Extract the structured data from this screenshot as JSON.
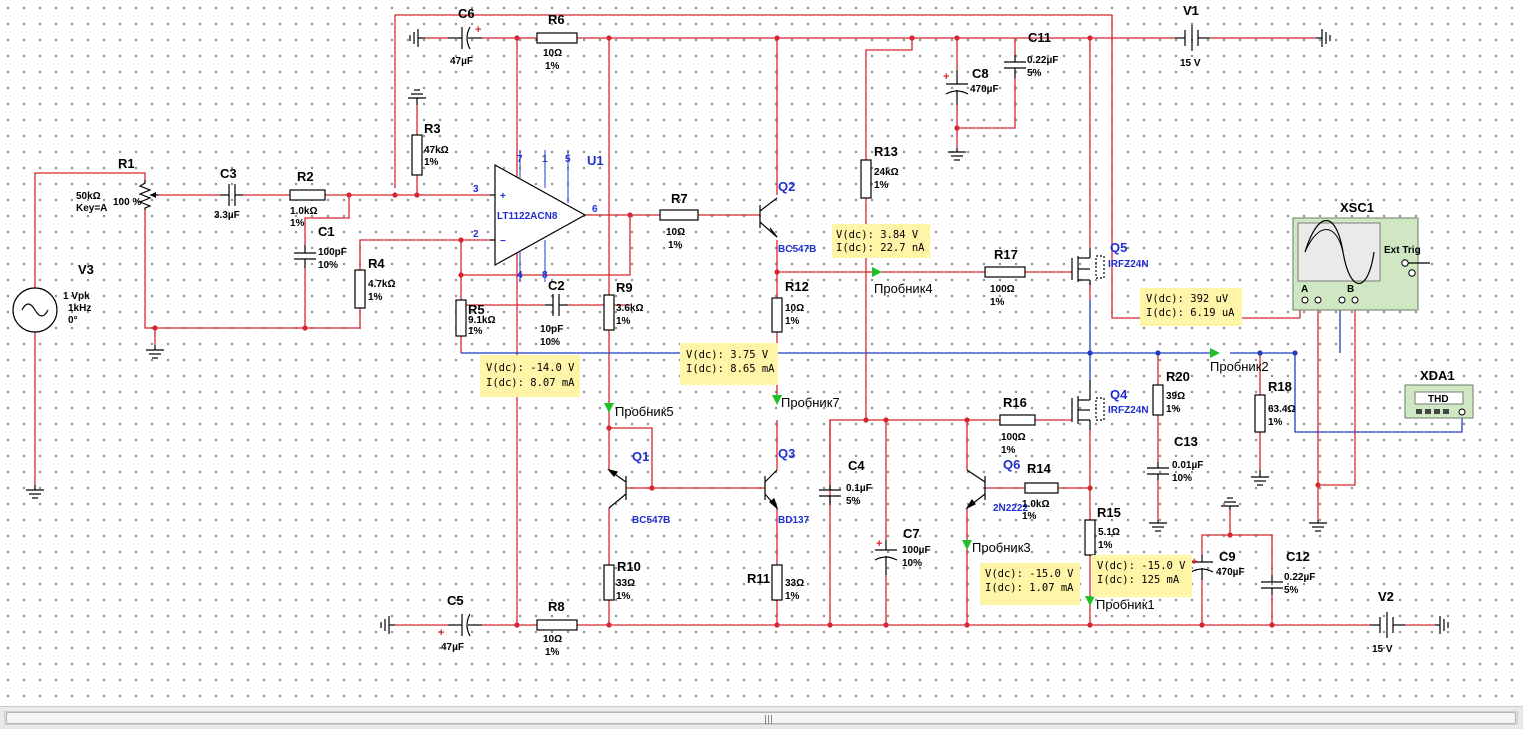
{
  "components": {
    "C6": {
      "ref": "C6",
      "value": "47µF"
    },
    "R6": {
      "ref": "R6",
      "value": "10Ω",
      "tol": "1%"
    },
    "V1": {
      "ref": "V1",
      "value": "15 V"
    },
    "C11": {
      "ref": "C11",
      "value": "0.22µF",
      "tol": "5%"
    },
    "C8": {
      "ref": "C8",
      "value": "470µF"
    },
    "R3": {
      "ref": "R3",
      "value": "47kΩ",
      "tol": "1%"
    },
    "R1": {
      "ref": "R1",
      "value": "50kΩ",
      "key": "Key=A",
      "pct": "100 %"
    },
    "C3": {
      "ref": "C3",
      "value": "3.3µF"
    },
    "R2": {
      "ref": "R2",
      "value": "1.0kΩ",
      "tol": "1%"
    },
    "U1": {
      "ref": "U1",
      "part": "LT1122ACN8",
      "pins": [
        "7",
        "1",
        "5",
        "3",
        "2",
        "4",
        "8",
        "6"
      ]
    },
    "Q2": {
      "ref": "Q2",
      "part": "BC547B"
    },
    "R7": {
      "ref": "R7",
      "value": "10Ω",
      "tol": "1%"
    },
    "R13": {
      "ref": "R13",
      "value": "24kΩ",
      "tol": "1%"
    },
    "C1": {
      "ref": "C1",
      "value": "100pF",
      "tol": "10%"
    },
    "R4": {
      "ref": "R4",
      "value": "4.7kΩ",
      "tol": "1%"
    },
    "V3": {
      "ref": "V3",
      "line1": "1 Vpk",
      "line2": "1kHz",
      "line3": "0°"
    },
    "C2": {
      "ref": "C2",
      "value": "10pF",
      "tol": "10%"
    },
    "R9": {
      "ref": "R9",
      "value": "3.6kΩ",
      "tol": "1%"
    },
    "R5": {
      "ref": "R5",
      "value": "9.1kΩ",
      "tol": "1%"
    },
    "R12": {
      "ref": "R12",
      "value": "10Ω",
      "tol": "1%"
    },
    "R17": {
      "ref": "R17",
      "value": "100Ω",
      "tol": "1%"
    },
    "Q5": {
      "ref": "Q5",
      "part": "IRFZ24N"
    },
    "XSC1": {
      "ref": "XSC1",
      "ext_trig": "Ext Trig",
      "a": "A",
      "b": "B"
    },
    "R20": {
      "ref": "R20",
      "value": "39Ω",
      "tol": "1%"
    },
    "R18": {
      "ref": "R18",
      "value": "63.4Ω",
      "tol": "1%"
    },
    "XDA1": {
      "ref": "XDA1",
      "label": "THD"
    },
    "R16": {
      "ref": "R16",
      "value": "100Ω",
      "tol": "1%"
    },
    "Q4": {
      "ref": "Q4",
      "part": "IRFZ24N"
    },
    "Q1": {
      "ref": "Q1",
      "part": "BC547B"
    },
    "Q3": {
      "ref": "Q3",
      "part": "BD137"
    },
    "C4": {
      "ref": "C4",
      "value": "0.1µF",
      "tol": "5%"
    },
    "Q6": {
      "ref": "Q6",
      "part": "2N2222"
    },
    "R14": {
      "ref": "R14",
      "value": "1.0kΩ",
      "tol": "1%"
    },
    "C13": {
      "ref": "C13",
      "value": "0.01µF",
      "tol": "10%"
    },
    "C7": {
      "ref": "C7",
      "value": "100µF",
      "tol": "10%"
    },
    "R15": {
      "ref": "R15",
      "value": "5.1Ω",
      "tol": "1%"
    },
    "C9": {
      "ref": "C9",
      "value": "470µF"
    },
    "C12": {
      "ref": "C12",
      "value": "0.22µF",
      "tol": "5%"
    },
    "R10": {
      "ref": "R10",
      "value": "33Ω",
      "tol": "1%"
    },
    "R11": {
      "ref": "R11",
      "value": "33Ω",
      "tol": "1%"
    },
    "C5": {
      "ref": "C5",
      "value": "47µF"
    },
    "R8": {
      "ref": "R8",
      "value": "10Ω",
      "tol": "1%"
    },
    "V2": {
      "ref": "V2",
      "value": "15 V"
    }
  },
  "probes": {
    "p4": {
      "label": "Пробник4",
      "v": "V(dc): 3.84 V",
      "i": "I(dc): 22.7 nA"
    },
    "p2": {
      "label": "Пробник2",
      "v": "V(dc): 392 uV",
      "i": "I(dc): 6.19 uA"
    },
    "p_left": {
      "v": "V(dc): -14.0 V",
      "i": "I(dc): 8.07 mA"
    },
    "p_mid": {
      "v": "V(dc): 3.75 V",
      "i": "I(dc): 8.65 mA"
    },
    "p5": {
      "label": "Пробник5"
    },
    "p7": {
      "label": "Пробник7"
    },
    "p3": {
      "label": "Пробник3",
      "v": "V(dc): -15.0 V",
      "i": "I(dc): 1.07 mA"
    },
    "p1": {
      "label": "Пробник1",
      "v": "V(dc): -15.0 V",
      "i": "I(dc): 125 mA"
    }
  },
  "colors": {
    "wire": "#d6262f",
    "probe_wire": "#1f3fbf",
    "label_blue": "#1f2fd0",
    "note_bg": "#fff5a8",
    "instrument_bg": "#cfe8c3"
  },
  "scrollbar": {
    "grip": "|||"
  }
}
